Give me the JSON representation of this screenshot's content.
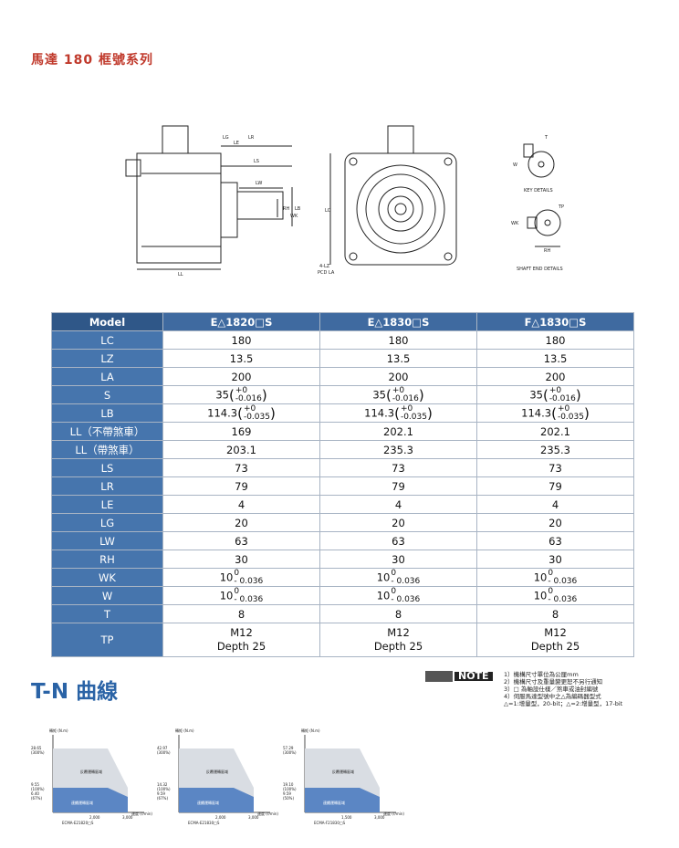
{
  "section_title": "馬達 180 框號系列",
  "drawing": {
    "dims_side": [
      "LG",
      "LE",
      "LR",
      "LS",
      "LW",
      "RH",
      "WK",
      "LB",
      "LL"
    ],
    "dims_front": [
      "LC",
      "4-LZ",
      "PCD  LA"
    ],
    "key_details": "KEY DETAILS",
    "shaft_end_details": "SHAFT END DETAILS",
    "key_labels": [
      "W",
      "T",
      "WK",
      "TP",
      "RH"
    ]
  },
  "table": {
    "header": [
      "Model",
      "E△1820□S",
      "E△1830□S",
      "F△1830□S"
    ],
    "rows": [
      {
        "label": "LC",
        "values": [
          "180",
          "180",
          "180"
        ]
      },
      {
        "label": "LZ",
        "values": [
          "13.5",
          "13.5",
          "13.5"
        ]
      },
      {
        "label": "LA",
        "values": [
          "200",
          "200",
          "200"
        ]
      },
      {
        "label": "S",
        "tol": true,
        "base": [
          "35",
          "35",
          "35"
        ],
        "up": "+0",
        "down": "-0.016"
      },
      {
        "label": "LB",
        "tol": true,
        "base": [
          "114.3",
          "114.3",
          "114.3"
        ],
        "up": "+0",
        "down": "-0.035"
      },
      {
        "label": "LL（不帶煞車）",
        "values": [
          "169",
          "202.1",
          "202.1"
        ]
      },
      {
        "label": "LL（帶煞車）",
        "values": [
          "203.1",
          "235.3",
          "235.3"
        ]
      },
      {
        "label": "LS",
        "values": [
          "73",
          "73",
          "73"
        ]
      },
      {
        "label": "LR",
        "values": [
          "79",
          "79",
          "79"
        ]
      },
      {
        "label": "LE",
        "values": [
          "4",
          "4",
          "4"
        ]
      },
      {
        "label": "LG",
        "values": [
          "20",
          "20",
          "20"
        ]
      },
      {
        "label": "LW",
        "values": [
          "63",
          "63",
          "63"
        ]
      },
      {
        "label": "RH",
        "values": [
          "30",
          "30",
          "30"
        ]
      },
      {
        "label": "WK",
        "tol2": true,
        "base": [
          "10",
          "10",
          "10"
        ],
        "up": "0",
        "down": "- 0.036"
      },
      {
        "label": "W",
        "tol2": true,
        "base": [
          "10",
          "10",
          "10"
        ],
        "up": "0",
        "down": "- 0.036"
      },
      {
        "label": "T",
        "values": [
          "8",
          "8",
          "8"
        ]
      },
      {
        "label": "TP",
        "tall": true,
        "values": [
          "M12\nDepth 25",
          "M12\nDepth 25",
          "M12\nDepth 25"
        ]
      }
    ]
  },
  "tn_title": "T-N 曲線",
  "note": {
    "badge": "NOTE",
    "lines": [
      "1）機構尺寸單位為公厘mm",
      "2）機構尺寸及重量變更恕不另行通知",
      "3）□ 為軸設仕樣／煞車或油封編號",
      "4）伺服馬達型號中之△為編碼器型式",
      "△=1:增量型，20-bit；△=2:增量型，17-bit"
    ]
  },
  "curves": [
    {
      "ylabel": "轉矩 (N.m)",
      "y_ticks": [
        "28.65\n(300%)",
        "9.55\n(100%)",
        "6.40\n(67%)"
      ],
      "x_ticks": [
        "2,000",
        "3,000"
      ],
      "xlabel": "速度 (r/min)",
      "model": "ECMA-E21820□S",
      "zone_top": "反覆運轉區域",
      "zone_bottom": "連續運轉區域"
    },
    {
      "ylabel": "轉矩 (N.m)",
      "y_ticks": [
        "42.97\n(300%)",
        "14.32\n(100%)",
        "9.59\n(67%)"
      ],
      "x_ticks": [
        "2,000",
        "3,000"
      ],
      "xlabel": "速度 (r/min)",
      "model": "ECMA-E21830□S",
      "zone_top": "反覆運轉區域",
      "zone_bottom": "連續運轉區域"
    },
    {
      "ylabel": "轉矩 (N.m)",
      "y_ticks": [
        "57.29\n(300%)",
        "19.10\n(100%)",
        "9.59\n(50%)"
      ],
      "x_ticks": [
        "1,500",
        "3,000"
      ],
      "xlabel": "速度 (r/min)",
      "model": "ECMA-F21830□S",
      "zone_top": "反覆運轉區域",
      "zone_bottom": "連續運轉區域"
    }
  ]
}
